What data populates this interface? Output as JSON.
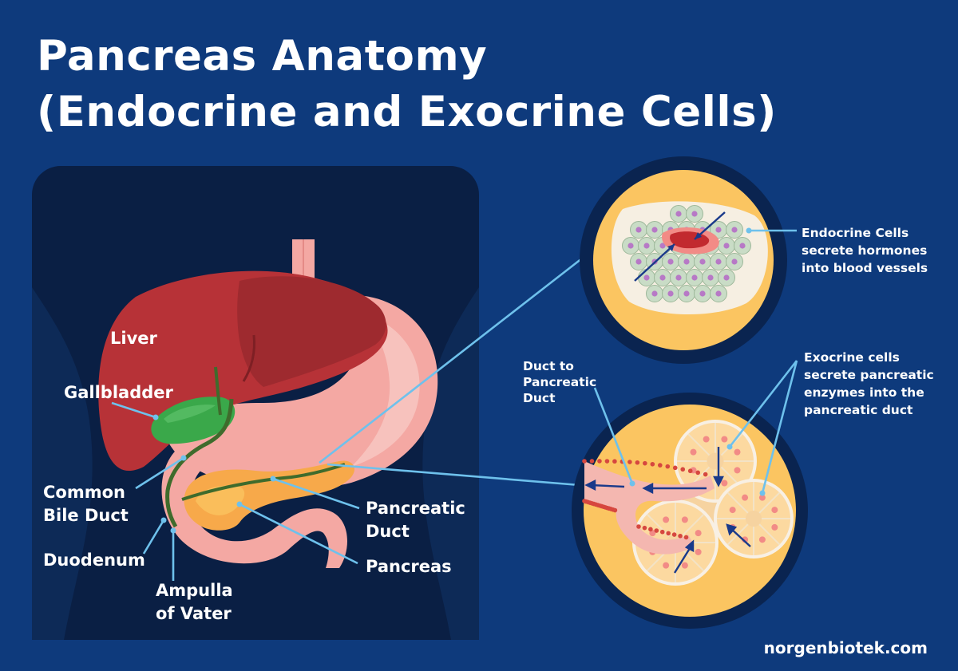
{
  "title": {
    "line1": "Pancreas Anatomy",
    "line2": "(Endocrine and Exocrine Cells)"
  },
  "labels": {
    "liver": "Liver",
    "gallbladder": "Gallbladder",
    "common_bile_duct": [
      "Common",
      "Bile Duct"
    ],
    "duodenum": "Duodenum",
    "ampulla": [
      "Ampulla",
      "of Vater"
    ],
    "pancreatic_duct": [
      "Pancreatic",
      "Duct"
    ],
    "pancreas": "Pancreas",
    "endocrine": [
      "Endocrine Cells",
      "secrete hormones",
      "into blood vessels"
    ],
    "exocrine": [
      "Exocrine cells",
      "secrete pancreatic",
      "enzymes into the",
      "pancreatic duct"
    ],
    "duct_to_pancreatic_duct": [
      "Duct to",
      "Pancreatic",
      "Duct"
    ]
  },
  "footer": "norgenbiotek.com",
  "colors": {
    "background": "#0e3a7c",
    "panel": "#0a1f44",
    "liver": "#b73237",
    "gallbladder": "#3aa84a",
    "stomach": "#f4a8a3",
    "pancreas": "#f7a94a",
    "bile_duct": "#3f6b2c",
    "leader_line": "#6ec1ec",
    "circle_fill": "#fbc561",
    "circle_ring": "#0a2450"
  }
}
